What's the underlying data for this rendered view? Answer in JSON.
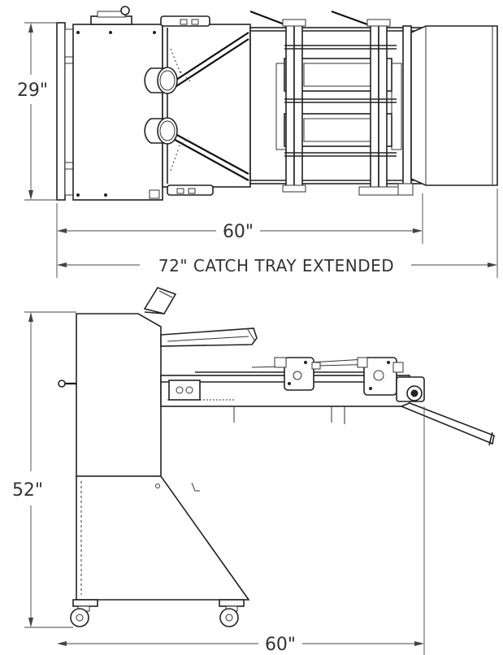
{
  "dimensions": {
    "top_depth": "29\"",
    "top_length": "60\"",
    "top_extended": "72\" CATCH TRAY EXTENDED",
    "side_height": "52\"",
    "side_length": "60\""
  }
}
